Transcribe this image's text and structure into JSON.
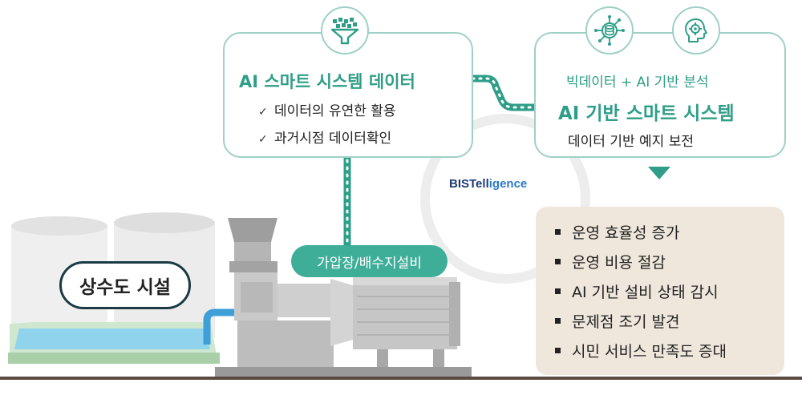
{
  "left_box": {
    "title": "AI 스마트 시스템 데이터",
    "items": [
      "데이터의 유연한 활용",
      "과거시점 데이터확인"
    ],
    "check_symbol": "✓",
    "icon": "data-funnel-icon"
  },
  "right_box": {
    "subtitle": "빅데이터 + AI 기반 분석",
    "title": "AI 기반 스마트 시스템",
    "description": "데이터 기반 예지 보전",
    "icons": [
      "database-circuit-icon",
      "brain-gear-icon"
    ]
  },
  "logo": {
    "part1": "BISTell",
    "part2": "igence"
  },
  "benefits": [
    "운영 효율성 증가",
    "운영 비용 절감",
    "AI 기반 설비 상태 감시",
    "문제점 조기 발견",
    "시민 서비스 만족도 증대"
  ],
  "pump_label": "가압장/배수지설비",
  "facility_label": "상수도 시설",
  "colors": {
    "accent": "#2e9e88",
    "box_border": "#9fd0c6",
    "benefits_bg": "#efe7dc",
    "machine": "#c8c8c8",
    "water": "#8fd3ec",
    "ground": "#5a4a42"
  }
}
